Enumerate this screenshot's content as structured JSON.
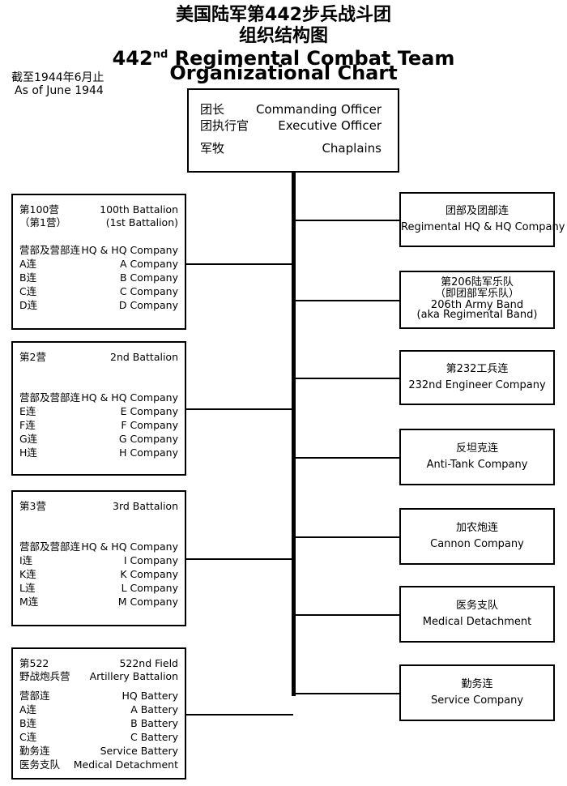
{
  "title": {
    "cn_line1": "美国陆军第442步兵战斗团",
    "cn_line2": "组织结构图",
    "en_num": "442",
    "en_sup": "nd",
    "en_line1_rest": " Regimental Combat Team",
    "en_line2": "Organizational Chart"
  },
  "date": {
    "cn": "截至1944年6月止",
    "en": "As of June 1944"
  },
  "command": [
    {
      "cn": "团长",
      "en": "Commanding Officer"
    },
    {
      "cn": "团执行官",
      "en": "Executive Officer"
    },
    {
      "cn": "军牧",
      "en": "Chaplains"
    }
  ],
  "battalions": [
    {
      "head_cn": [
        "第100营",
        "（第1营）"
      ],
      "head_en": [
        "100th Battalion",
        "(1st Battalion)"
      ],
      "units": [
        {
          "cn": "营部及营部连",
          "en": "HQ & HQ Company"
        },
        {
          "cn": "A连",
          "en": "A Company"
        },
        {
          "cn": "B连",
          "en": "B Company"
        },
        {
          "cn": "C连",
          "en": "C Company"
        },
        {
          "cn": "D连",
          "en": "D Company"
        }
      ]
    },
    {
      "head_cn": [
        "第2营"
      ],
      "head_en": [
        "2nd Battalion"
      ],
      "units": [
        {
          "cn": "营部及营部连",
          "en": "HQ & HQ Company"
        },
        {
          "cn": "E连",
          "en": "E Company"
        },
        {
          "cn": "F连",
          "en": "F Company"
        },
        {
          "cn": "G连",
          "en": "G Company"
        },
        {
          "cn": "H连",
          "en": "H Company"
        }
      ]
    },
    {
      "head_cn": [
        "第3营"
      ],
      "head_en": [
        "3rd Battalion"
      ],
      "units": [
        {
          "cn": "营部及营部连",
          "en": "HQ & HQ Company"
        },
        {
          "cn": "I连",
          "en": "I Company"
        },
        {
          "cn": "K连",
          "en": "K Company"
        },
        {
          "cn": "L连",
          "en": "L Company"
        },
        {
          "cn": "M连",
          "en": "M Company"
        }
      ]
    },
    {
      "head_cn": [
        "第522",
        "野战炮兵营"
      ],
      "head_en": [
        "522nd Field",
        "Artillery Battalion"
      ],
      "units": [
        {
          "cn": "营部连",
          "en": "HQ Battery"
        },
        {
          "cn": "A连",
          "en": "A Battery"
        },
        {
          "cn": "B连",
          "en": "B Battery"
        },
        {
          "cn": "C连",
          "en": "C Battery"
        },
        {
          "cn": "勤务连",
          "en": "Service Battery"
        },
        {
          "cn": "医务支队",
          "en": "Medical Detachment"
        }
      ]
    }
  ],
  "right_units": [
    {
      "lines": [
        "团部及团部连",
        "Regimental HQ & HQ Company"
      ]
    },
    {
      "lines": [
        "第206陆军乐队",
        "（即团部军乐队）",
        "206th Army Band",
        "(aka Regimental Band)"
      ]
    },
    {
      "lines": [
        "第232工兵连",
        "232nd Engineer Company"
      ]
    },
    {
      "lines": [
        "反坦克连",
        "Anti-Tank Company"
      ]
    },
    {
      "lines": [
        "加农炮连",
        "Cannon Company"
      ]
    },
    {
      "lines": [
        "医务支队",
        "Medical Detachment"
      ]
    },
    {
      "lines": [
        "勤务连",
        "Service Company"
      ]
    }
  ]
}
